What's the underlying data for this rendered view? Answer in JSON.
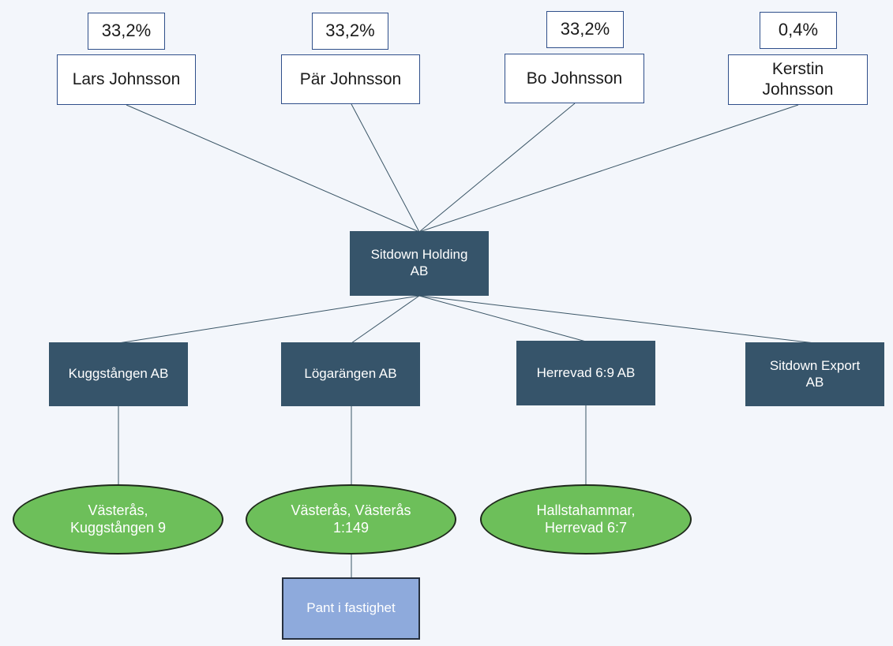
{
  "owners": [
    {
      "name": "Lars Johnsson",
      "share": "33,2%"
    },
    {
      "name": "Pär Johnsson",
      "share": "33,2%"
    },
    {
      "name": "Bo Johnsson",
      "share": "33,2%"
    },
    {
      "name": "Kerstin\nJohnsson",
      "share": "0,4%"
    }
  ],
  "holding": {
    "name": "Sitdown Holding\nAB"
  },
  "subsidiaries": [
    {
      "name": "Kuggstången AB"
    },
    {
      "name": "Lögarängen AB"
    },
    {
      "name": "Herrevad 6:9 AB"
    },
    {
      "name": "Sitdown Export\nAB"
    }
  ],
  "properties": [
    {
      "name": "Västerås,\nKuggstången 9"
    },
    {
      "name": "Västerås, Västerås\n1:149"
    },
    {
      "name": "Hallstahammar,\nHerrevad 6:7"
    }
  ],
  "pledge": {
    "label": "Pant i fastighet"
  },
  "colors": {
    "background": "#f3f6fb",
    "company": "#36546a",
    "property": "#6dbf5a",
    "pledge": "#8eaadc",
    "owner_border": "#2f4f8a",
    "connector": "#3a5566"
  }
}
